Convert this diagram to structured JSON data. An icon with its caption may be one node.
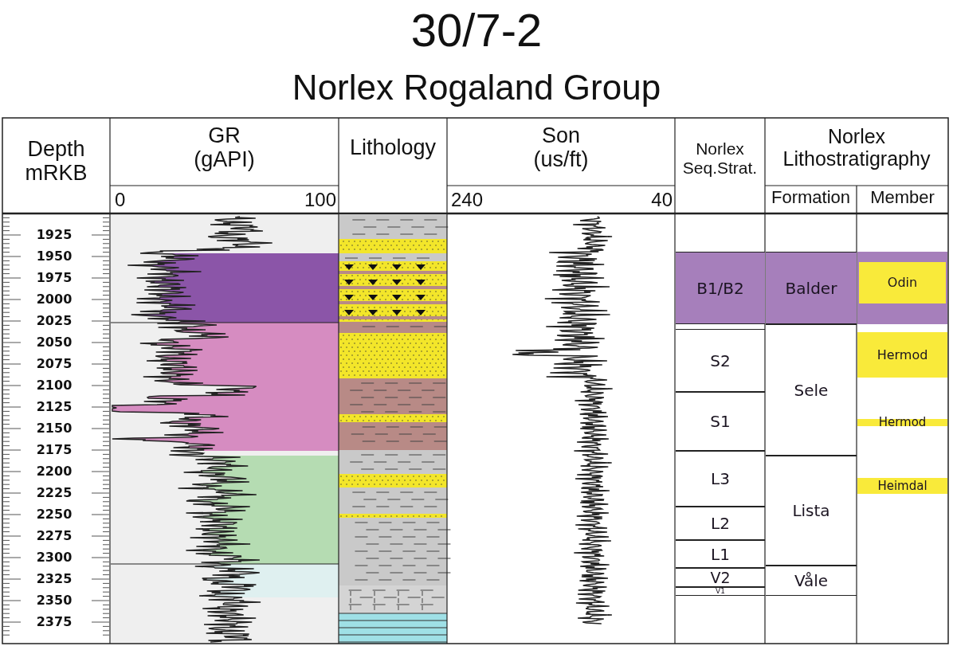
{
  "diagram": {
    "title": "30/7-2",
    "nodes": [
      {
        "text": [
          "B1/B2"
        ]
      },
      {
        "text": [
          "S2"
        ]
      },
      {
        "text": [
          "S1"
        ]
      },
      {
        "text": [
          "L3"
        ]
      },
      {
        "text": [
          "L2"
        ]
      },
      {
        "text": [
          "L1"
        ]
      },
      {
        "text": [
          "V2"
        ]
      },
      {
        "text": [
          "V1"
        ]
      },
      {
        "text": [
          "Balder"
        ]
      },
      {
        "text": [
          "Sele"
        ]
      },
      {
        "text": [
          "Lista"
        ]
      },
      {
        "text": [
          "Våle"
        ]
      },
      {
        "text": [],
        "shape": "bar"
      },
      {
        "text": [
          "Odin"
        ],
        "in": 12
      },
      {
        "text": [
          "Hermod"
        ]
      },
      {
        "text": [
          "Hermod"
        ]
      },
      {
        "text": [
          "Heimdal"
        ]
      }
    ],
    "labels": [
      "Norlex Rogaland Group",
      "Depth mRKB",
      "GR (gAPI)",
      "0",
      "100",
      "Lithology",
      "Son (us/ft)",
      "240",
      "40",
      "Norlex Seq.Strat.",
      "Norlex Lithostratigraphy",
      "Formation",
      "Member",
      "1925",
      "1950",
      "1975",
      "2000",
      "2025",
      "2050",
      "2075",
      "2100",
      "2125",
      "2150",
      "2175",
      "2200",
      "2225",
      "2250",
      "2275",
      "2300",
      "2325",
      "2350",
      "2375"
    ]
  }
}
